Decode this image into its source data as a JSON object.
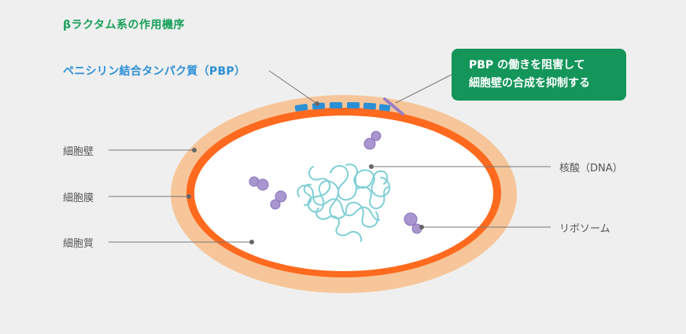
{
  "title": "βラクタム系の作用機序",
  "pbp_label": "ペニシリン結合タンパク質（PBP）",
  "callout": {
    "line1": "PBP の働きを阻害して",
    "line2": "細胞壁の合成を抑制する"
  },
  "labels": {
    "cell_wall": "細胞壁",
    "cell_membrane": "細胞膜",
    "cytoplasm": "細胞質",
    "nucleic_acid": "核酸（DNA）",
    "ribosome": "リボソーム"
  },
  "colors": {
    "title": "#17a05a",
    "pbp_label": "#2b8fd6",
    "callout_bg": "#14955a",
    "cell_wall": "#f6c69a",
    "cell_membrane": "#ff6a1e",
    "cytoplasm": "#ffffff",
    "pbp": "#2b8fd6",
    "inhibitor": "#9b7fc7",
    "dna": "#7fcfd6",
    "ribosome": "#a896cf",
    "leader": "#777777"
  }
}
